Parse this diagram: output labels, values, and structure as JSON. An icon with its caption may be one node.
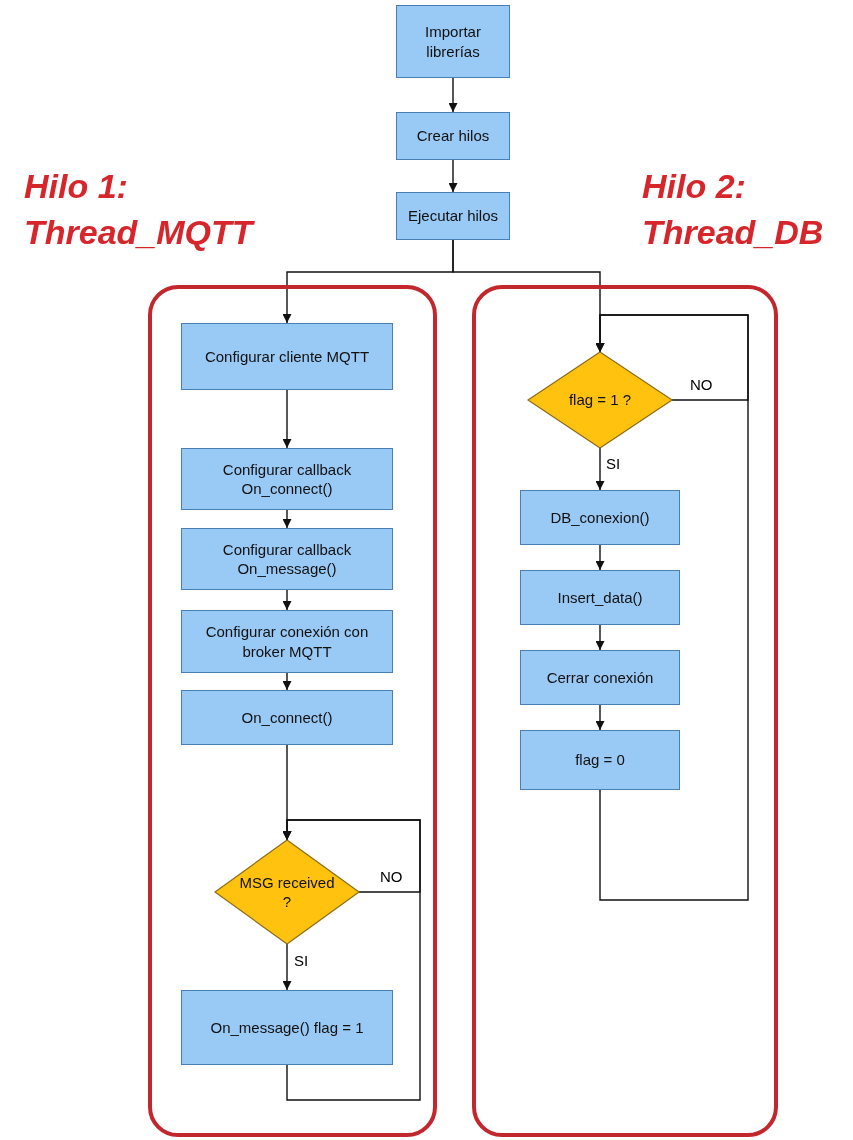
{
  "diagram": {
    "nodes": [
      {
        "text": [
          "Importar librerías"
        ]
      },
      {
        "text": [
          "Crear hilos"
        ]
      },
      {
        "text": [
          "Ejecutar hilos"
        ]
      },
      {
        "text": [
          "Hilo 1: Thread_MQTT"
        ]
      },
      {
        "text": [
          "Configurar cliente MQTT"
        ],
        "in": 3
      },
      {
        "text": [
          "Configurar callback On_connect()"
        ],
        "in": 3
      },
      {
        "text": [
          "Configurar callback On_message()"
        ],
        "in": 3
      },
      {
        "text": [
          "Configurar conexión con broker MQTT"
        ],
        "in": 3
      },
      {
        "text": [
          "On_connect()"
        ],
        "in": 3
      },
      {
        "text": [
          "MSG received ?"
        ],
        "in": 3
      },
      {
        "text": [
          "On_message() flag = 1"
        ],
        "in": 3
      },
      {
        "text": [
          "Hilo 2: Thread_DB"
        ]
      },
      {
        "text": [
          "flag = 1 ?"
        ],
        "in": 11
      },
      {
        "text": [
          "DB_conexion()"
        ],
        "in": 11
      },
      {
        "text": [
          "Insert_data()"
        ],
        "in": 11
      },
      {
        "text": [
          "Cerrar conexión"
        ],
        "in": 11
      },
      {
        "text": [
          "flag = 0"
        ],
        "in": 11
      }
    ],
    "edges": [
      {
        "from": 0,
        "to": 1,
        "arrow": "to"
      },
      {
        "from": 1,
        "to": 2,
        "arrow": "to"
      },
      {
        "from": 2,
        "to": 4,
        "arrow": "to"
      },
      {
        "from": 2,
        "to": 12,
        "arrow": "to"
      },
      {
        "from": 4,
        "to": 5,
        "arrow": "to"
      },
      {
        "from": 5,
        "to": 6,
        "arrow": "to"
      },
      {
        "from": 6,
        "to": 7,
        "arrow": "to"
      },
      {
        "from": 7,
        "to": 8,
        "arrow": "to"
      },
      {
        "from": 8,
        "to": 9,
        "arrow": "to"
      },
      {
        "from": 9,
        "to": 10,
        "arrow": "to",
        "label": "SI"
      },
      {
        "from": 10,
        "to": 9,
        "arrow": "to"
      },
      {
        "from": 9,
        "to": 9,
        "arrow": "to",
        "label": "NO"
      },
      {
        "from": 12,
        "to": 13,
        "arrow": "to",
        "label": "SI"
      },
      {
        "from": 13,
        "to": 14,
        "arrow": "to"
      },
      {
        "from": 14,
        "to": 15,
        "arrow": "to"
      },
      {
        "from": 15,
        "to": 16,
        "arrow": "to"
      },
      {
        "from": 16,
        "to": 12,
        "arrow": "to"
      },
      {
        "from": 12,
        "to": 12,
        "arrow": "to",
        "label": "NO"
      }
    ]
  }
}
